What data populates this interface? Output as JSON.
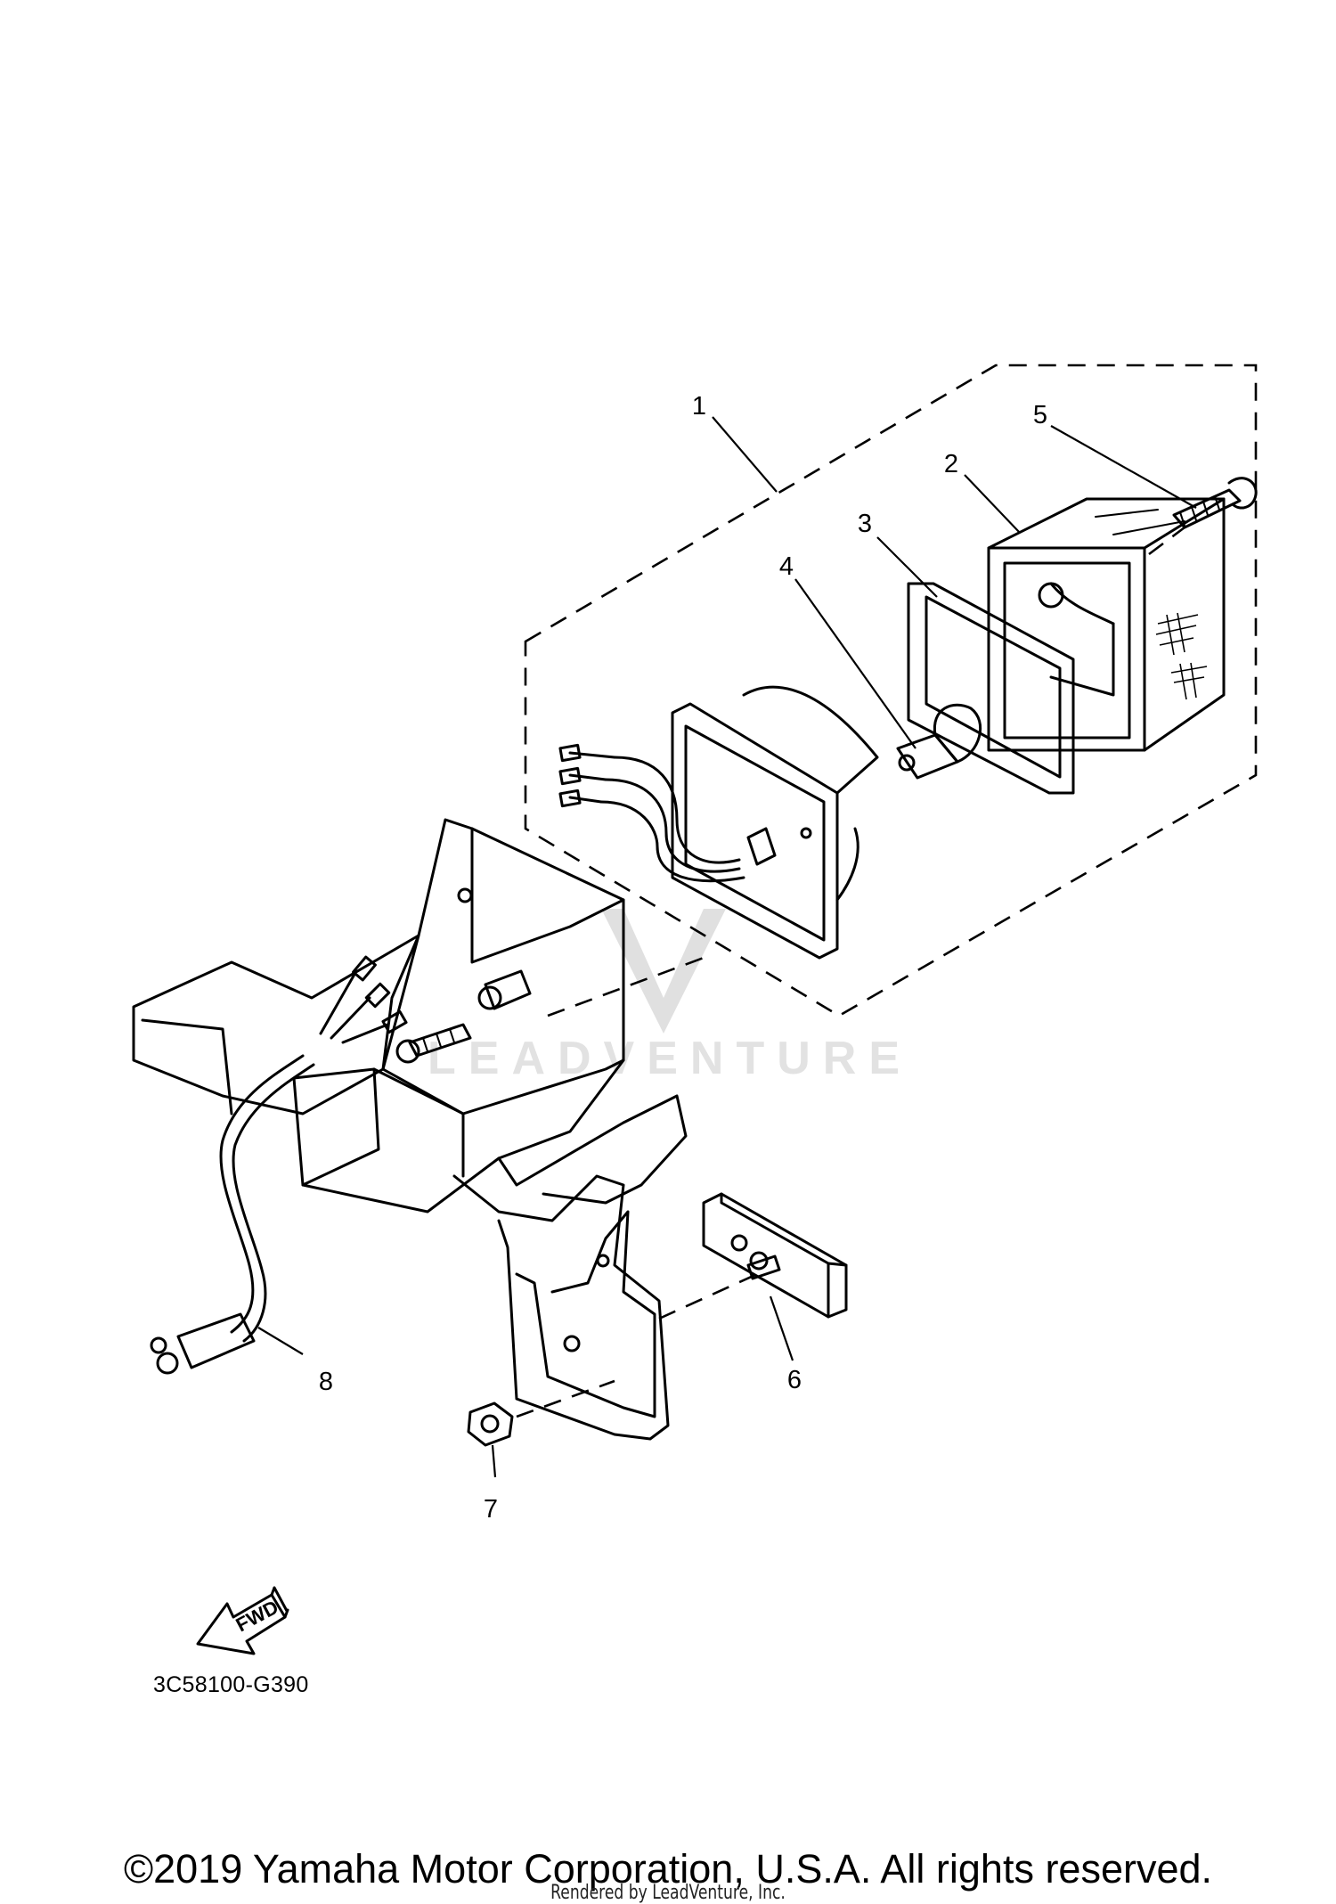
{
  "diagram": {
    "callouts": [
      "1",
      "2",
      "3",
      "4",
      "5",
      "6",
      "7",
      "8"
    ],
    "fwd_arrow_label": "FWD",
    "drawing_code": "3C58100-G390"
  },
  "footer": {
    "copyright": "©2019 Yamaha Motor Corporation, U.S.A. All rights reserved.",
    "render_credit": "Rendered by LeadVenture, Inc."
  },
  "watermark": {
    "text": "LEADVENTURE"
  }
}
